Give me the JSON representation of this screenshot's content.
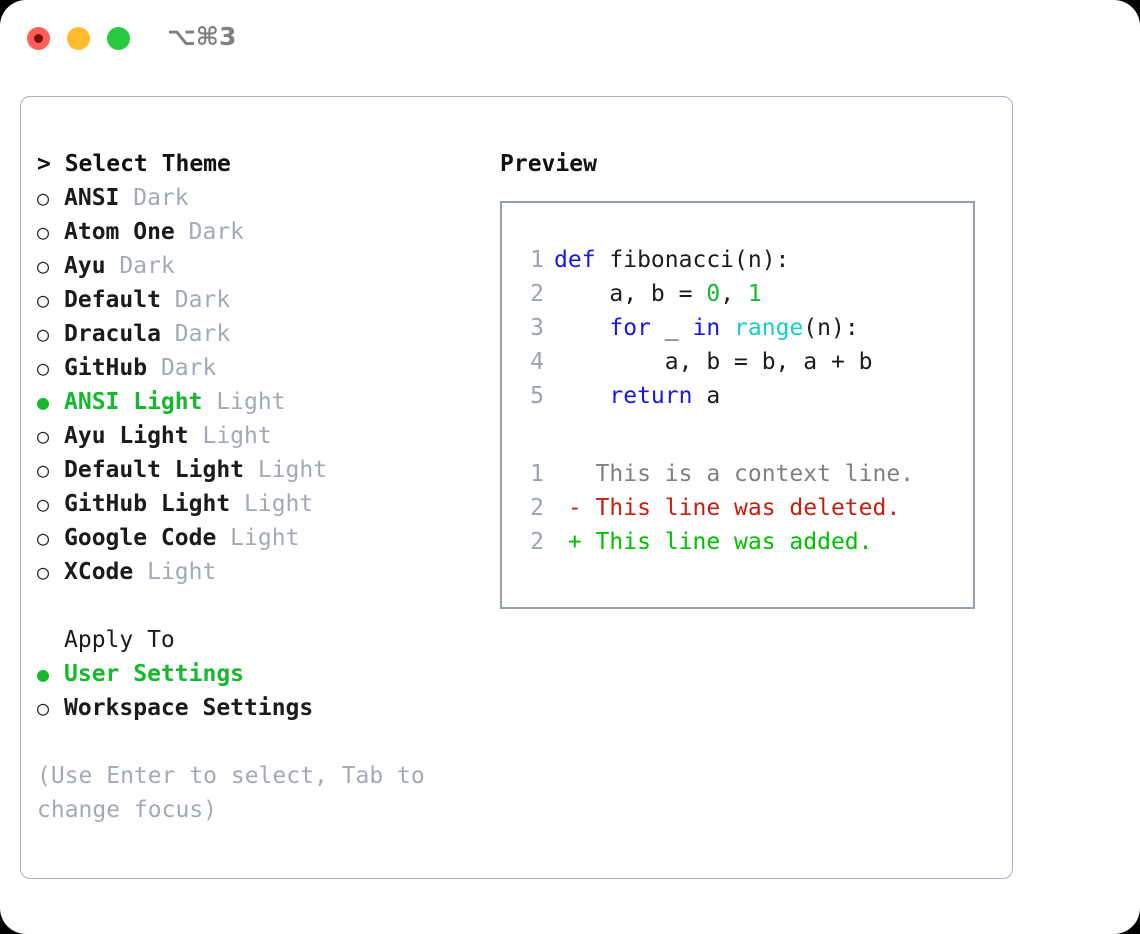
{
  "window": {
    "traffic_lights": [
      "close",
      "minimize",
      "maximize"
    ],
    "shortcut_label": "⌥⌘3"
  },
  "theme_picker": {
    "heading": "> Select Theme",
    "marker_selected": "●",
    "marker_unselected": "○",
    "themes": [
      {
        "name": "ANSI",
        "variant": "Dark",
        "selected": false
      },
      {
        "name": "Atom One",
        "variant": "Dark",
        "selected": false
      },
      {
        "name": "Ayu",
        "variant": "Dark",
        "selected": false
      },
      {
        "name": "Default",
        "variant": "Dark",
        "selected": false
      },
      {
        "name": "Dracula",
        "variant": "Dark",
        "selected": false
      },
      {
        "name": "GitHub",
        "variant": "Dark",
        "selected": false
      },
      {
        "name": "ANSI Light",
        "variant": "Light",
        "selected": true
      },
      {
        "name": "Ayu Light",
        "variant": "Light",
        "selected": false
      },
      {
        "name": "Default Light",
        "variant": "Light",
        "selected": false
      },
      {
        "name": "GitHub Light",
        "variant": "Light",
        "selected": false
      },
      {
        "name": "Google Code",
        "variant": "Light",
        "selected": false
      },
      {
        "name": "XCode",
        "variant": "Light",
        "selected": false
      }
    ]
  },
  "apply_to": {
    "heading": "Apply To",
    "options": [
      {
        "label": "User Settings",
        "selected": true
      },
      {
        "label": "Workspace Settings",
        "selected": false
      }
    ]
  },
  "hint": "(Use Enter to select, Tab to change focus)",
  "preview": {
    "title": "Preview",
    "code_lines": [
      {
        "num": "1",
        "tokens": [
          {
            "t": "def",
            "c": "kw"
          },
          {
            "t": " fibonacci(n):",
            "c": "plain"
          }
        ]
      },
      {
        "num": "2",
        "tokens": [
          {
            "t": "    a, b = ",
            "c": "plain"
          },
          {
            "t": "0",
            "c": "num"
          },
          {
            "t": ", ",
            "c": "plain"
          },
          {
            "t": "1",
            "c": "num"
          }
        ]
      },
      {
        "num": "3",
        "tokens": [
          {
            "t": "    ",
            "c": "plain"
          },
          {
            "t": "for",
            "c": "kw"
          },
          {
            "t": " _ ",
            "c": "plain"
          },
          {
            "t": "in",
            "c": "kw"
          },
          {
            "t": " ",
            "c": "plain"
          },
          {
            "t": "range",
            "c": "fn"
          },
          {
            "t": "(n):",
            "c": "plain"
          }
        ]
      },
      {
        "num": "4",
        "tokens": [
          {
            "t": "        a, b = b, a + b",
            "c": "plain"
          }
        ]
      },
      {
        "num": "5",
        "tokens": [
          {
            "t": "    ",
            "c": "plain"
          },
          {
            "t": "return",
            "c": "kw"
          },
          {
            "t": " a",
            "c": "plain"
          }
        ]
      }
    ],
    "diff_lines": [
      {
        "num": "1",
        "tokens": [
          {
            "t": "   This is a context line.",
            "c": "ctx"
          }
        ]
      },
      {
        "num": "2",
        "tokens": [
          {
            "t": " - This line was deleted.",
            "c": "del"
          }
        ]
      },
      {
        "num": "2",
        "tokens": [
          {
            "t": " + This line was added.",
            "c": "add"
          }
        ]
      }
    ]
  },
  "colors": {
    "accent_green": "#16b92e",
    "muted": "#a2aab6",
    "keyword_blue": "#1818e0",
    "builtin_cyan": "#13cfc8",
    "diff_deleted": "#c4200f",
    "diff_added": "#00c000",
    "border": "#a8b2c0"
  }
}
